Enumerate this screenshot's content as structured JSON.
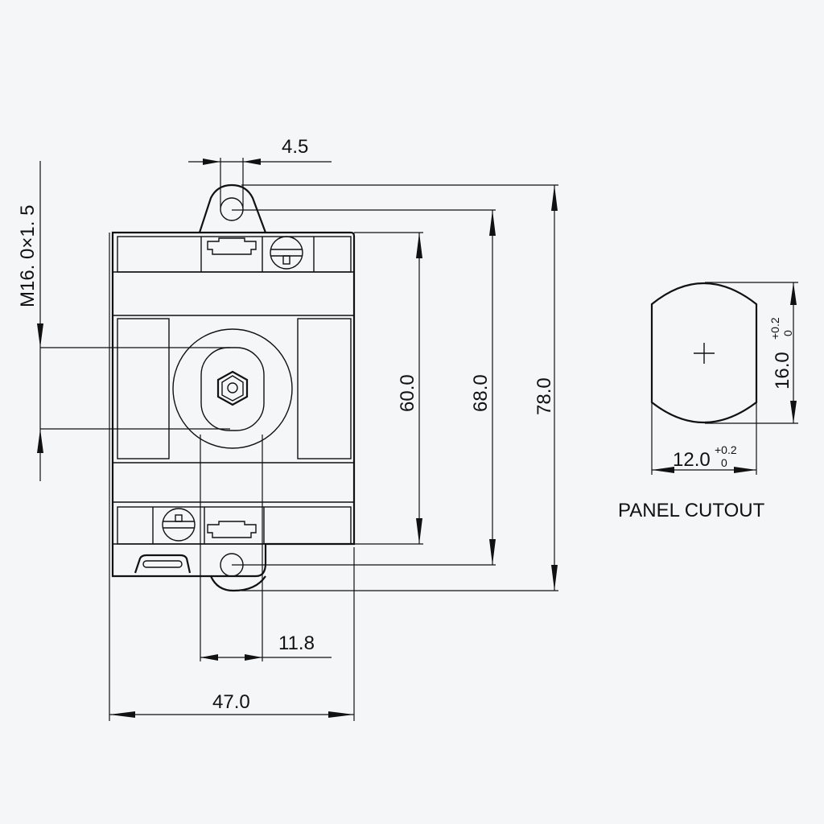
{
  "dimensions": {
    "lug_hole": "4.5",
    "thread": "M16. 0×1. 5",
    "body_height": "60.0",
    "hole_spacing": "68.0",
    "overall_height": "78.0",
    "offset": "11.8",
    "width": "47.0"
  },
  "cutout": {
    "title": "PANEL CUTOUT",
    "height_value": "16.0",
    "width_value": "12.0",
    "tol_plus": "+0.2",
    "tol_minus": "0"
  }
}
